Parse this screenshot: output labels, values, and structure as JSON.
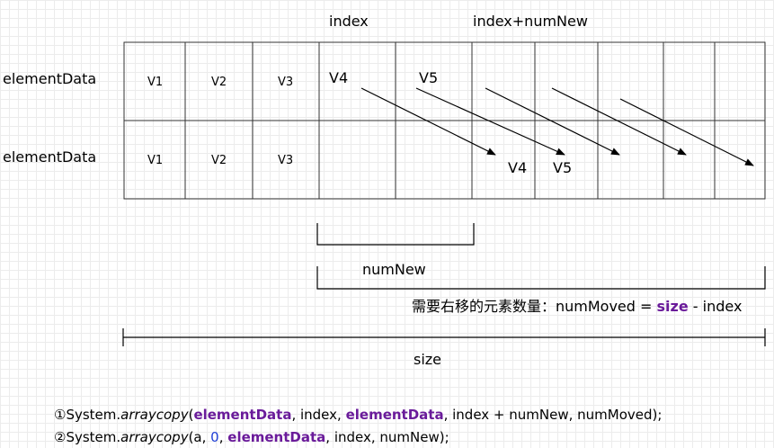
{
  "labels": {
    "index_top": "index",
    "index_plus_numnew": "index+numNew",
    "row1": "elementData",
    "row2": "elementData",
    "numnew": "numNew",
    "size": "size",
    "moved_prefix": "需要右移的元素数量：numMoved = ",
    "moved_size": "size",
    "moved_suffix": " - index"
  },
  "rows": [
    {
      "cells": [
        "V1",
        "V2",
        "V3",
        "V4",
        "V5",
        "",
        "",
        "",
        "",
        ""
      ]
    },
    {
      "cells": [
        "V1",
        "V2",
        "V3",
        "",
        "",
        "",
        "V4",
        "V5",
        "",
        ""
      ]
    }
  ],
  "code_lines": [
    {
      "marker": "①",
      "parts": [
        {
          "text": "System.",
          "style": "plain"
        },
        {
          "text": "arraycopy",
          "style": "it"
        },
        {
          "text": "(",
          "style": "plain"
        },
        {
          "text": "elementData",
          "style": "kw"
        },
        {
          "text": ", index, ",
          "style": "plain"
        },
        {
          "text": "elementData",
          "style": "kw"
        },
        {
          "text": ", index + numNew, numMoved);",
          "style": "plain"
        }
      ]
    },
    {
      "marker": "②",
      "parts": [
        {
          "text": "System.",
          "style": "plain"
        },
        {
          "text": "arraycopy",
          "style": "it"
        },
        {
          "text": "(a, ",
          "style": "plain"
        },
        {
          "text": "0",
          "style": "num"
        },
        {
          "text": ", ",
          "style": "plain"
        },
        {
          "text": "elementData",
          "style": "kw"
        },
        {
          "text": ", index, numNew);",
          "style": "plain"
        }
      ]
    }
  ]
}
